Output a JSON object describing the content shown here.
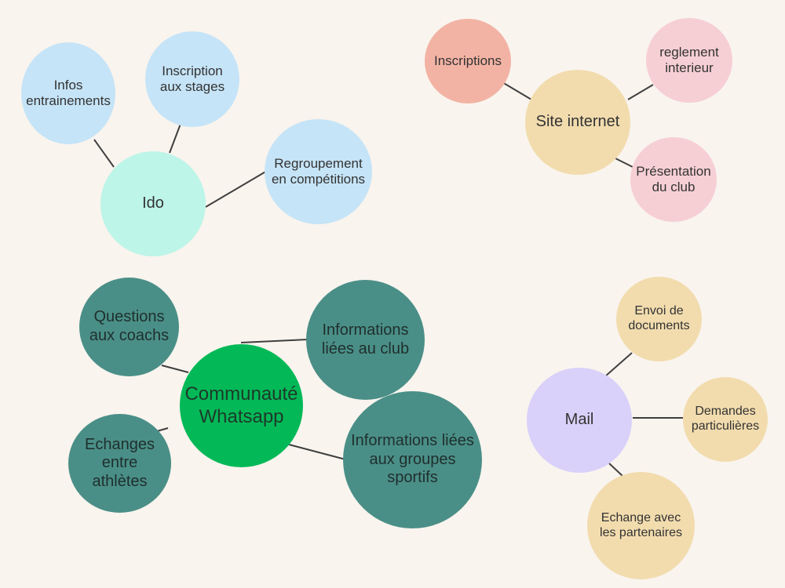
{
  "groups": {
    "ido": {
      "center": "Ido",
      "children": [
        "Infos entrainements",
        "Inscription aux stages",
        "Regroupement en compétitions"
      ]
    },
    "site": {
      "center": "Site internet",
      "children": [
        "Inscriptions",
        "reglement interieur",
        "Présentation du club"
      ]
    },
    "whatsapp": {
      "center": "Communauté Whatsapp",
      "children": [
        "Questions aux coachs",
        "Informations liées au club",
        "Echanges entre athlètes",
        "Informations liées aux groupes sportifs"
      ]
    },
    "mail": {
      "center": "Mail",
      "children": [
        "Envoi de documents",
        "Demandes particulières",
        "Echange avec les partenaires"
      ]
    }
  },
  "colors": {
    "background": "#f9f4ee",
    "ido_center": "#bdf5e8",
    "ido_children": "#c6e4f7",
    "site_center": "#f2dcae",
    "site_inscriptions": "#f3b3a4",
    "site_children": "#f6cfd5",
    "whatsapp_center": "#03b957",
    "whatsapp_children": "#4a8f87",
    "mail_center": "#d9d1f9",
    "mail_children": "#f2dcae"
  }
}
